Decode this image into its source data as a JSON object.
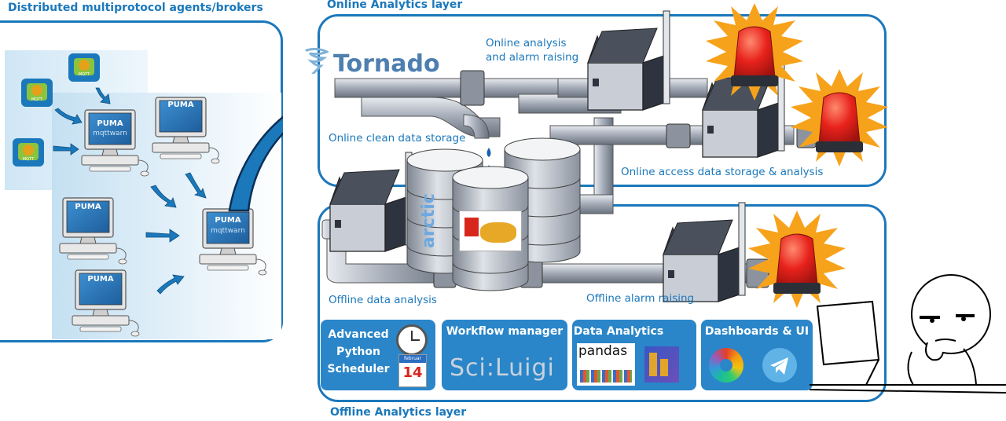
{
  "layers": {
    "agents_title": "Distributed multiprotocol agents/brokers",
    "online_title": "Online Analytics layer",
    "offline_title": "Offline Analytics layer"
  },
  "agents": {
    "puma_label": "PUMA",
    "mqttwarn_label": "mqttwarn",
    "mqtt_badge": "MQTT"
  },
  "online": {
    "tornado_label": "Tornado",
    "online_analysis": "Online analysis\nand alarm raising",
    "clean_storage": "Online clean data storage",
    "access_storage": "Online access data storage & analysis"
  },
  "offline": {
    "data_analysis": "Offline data analysis",
    "alarm_raising": "Offline alarm raising",
    "arctic_label": "arctic"
  },
  "tiles": [
    {
      "title": "Advanced\nPython\nScheduler",
      "calendar_month": "februar",
      "calendar_day": "14"
    },
    {
      "title": "Workflow manager",
      "logo_text": "Sci:Luigi"
    },
    {
      "title": "Data Analytics",
      "logo_text": "pandas"
    },
    {
      "title": "Dashboards & UI"
    }
  ],
  "colors": {
    "accent": "#1b78bb",
    "tile": "#2a86c9",
    "alarm": "#e8221c",
    "burst": "#f7a21b"
  }
}
